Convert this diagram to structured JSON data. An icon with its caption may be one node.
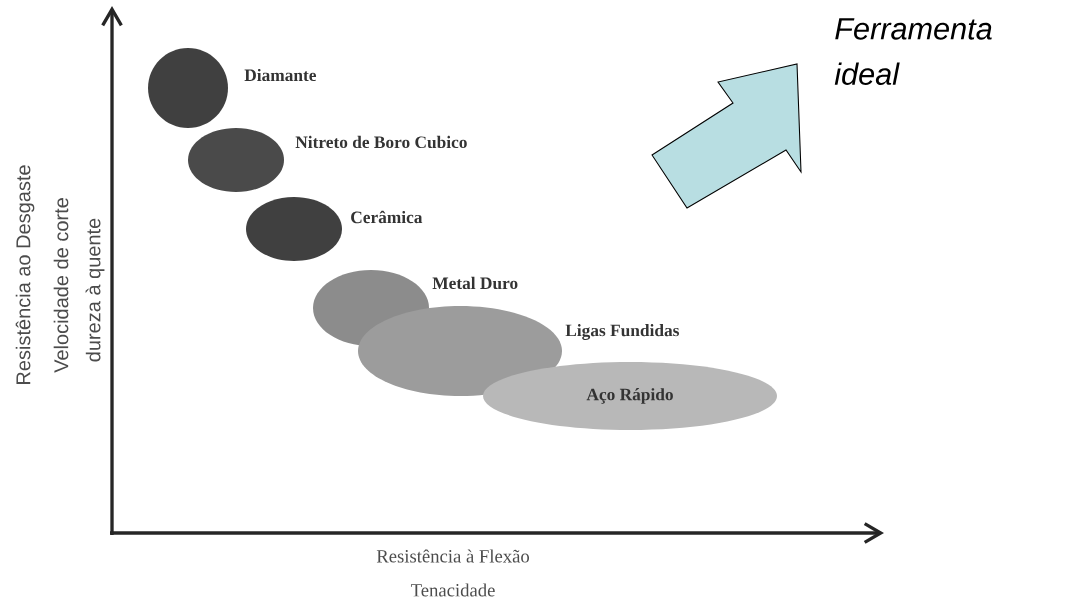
{
  "diagram": {
    "nodes": [
      {
        "text": [],
        "shape": "ellipse",
        "beside": [
          "Diamante"
        ]
      },
      {
        "text": [],
        "shape": "ellipse",
        "beside": [
          "Nitreto de  Boro Cubico"
        ]
      },
      {
        "text": [],
        "shape": "ellipse",
        "beside": [
          "Cerâmica"
        ]
      },
      {
        "text": [],
        "shape": "ellipse",
        "beside": [
          "Metal Duro"
        ]
      },
      {
        "text": [],
        "shape": "ellipse",
        "beside": [
          "Ligas  Fundidas"
        ]
      },
      {
        "text": [
          "Aço Rápido"
        ]
      }
    ],
    "labels": [
      "Ferramenta ideal",
      "Resistência ao Desgaste",
      "Velocidade de corte",
      "dureza à quente",
      "Resistência  à Flexão",
      "Tenacidade"
    ]
  }
}
